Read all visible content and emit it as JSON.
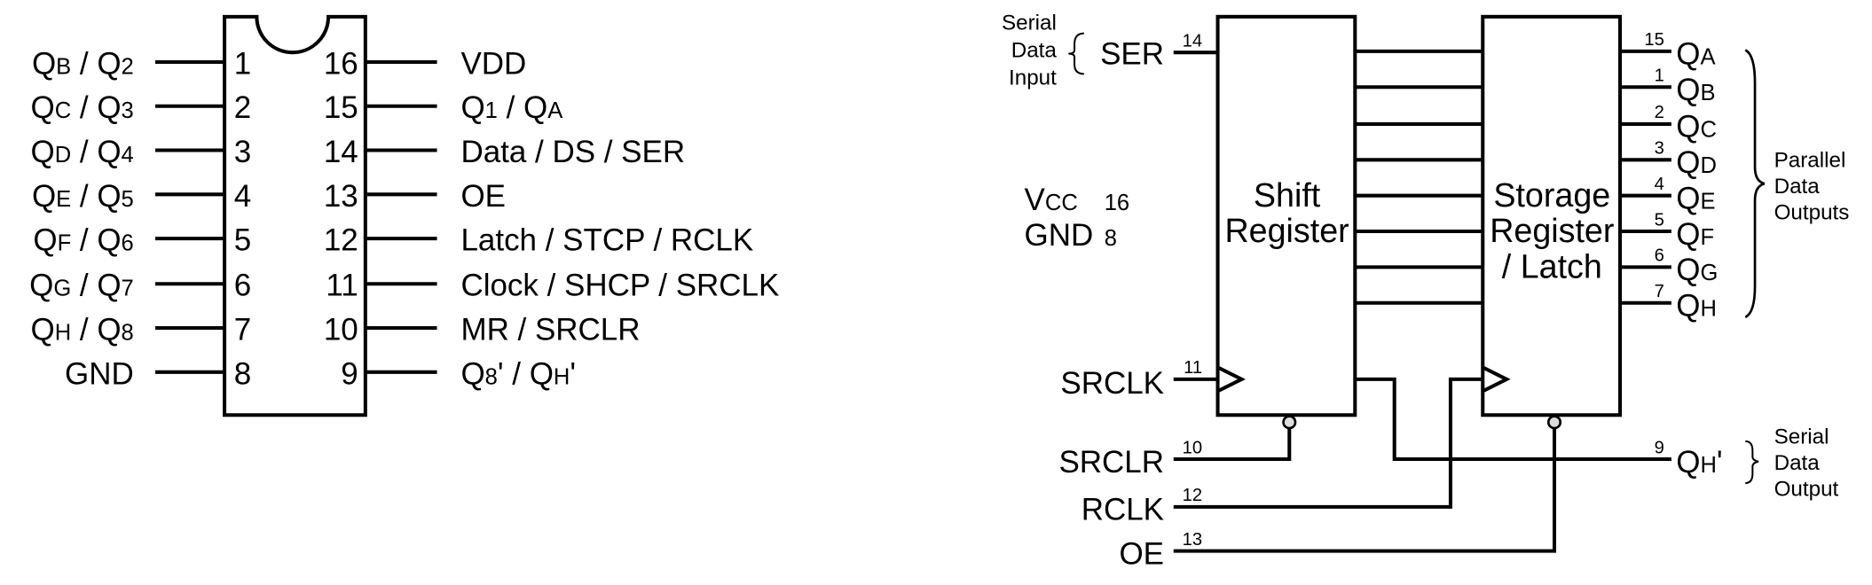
{
  "pinout": {
    "left_pins": [
      {
        "num": "1",
        "label": [
          [
            "Q",
            0
          ],
          [
            "B",
            1
          ],
          [
            " / Q",
            0
          ],
          [
            "2",
            1
          ]
        ]
      },
      {
        "num": "2",
        "label": [
          [
            "Q",
            0
          ],
          [
            "C",
            1
          ],
          [
            " / Q",
            0
          ],
          [
            "3",
            1
          ]
        ]
      },
      {
        "num": "3",
        "label": [
          [
            "Q",
            0
          ],
          [
            "D",
            1
          ],
          [
            " / Q",
            0
          ],
          [
            "4",
            1
          ]
        ]
      },
      {
        "num": "4",
        "label": [
          [
            "Q",
            0
          ],
          [
            "E",
            1
          ],
          [
            " / Q",
            0
          ],
          [
            "5",
            1
          ]
        ]
      },
      {
        "num": "5",
        "label": [
          [
            "Q",
            0
          ],
          [
            "F",
            1
          ],
          [
            " / Q",
            0
          ],
          [
            "6",
            1
          ]
        ]
      },
      {
        "num": "6",
        "label": [
          [
            "Q",
            0
          ],
          [
            "G",
            1
          ],
          [
            " / Q",
            0
          ],
          [
            "7",
            1
          ]
        ]
      },
      {
        "num": "7",
        "label": [
          [
            "Q",
            0
          ],
          [
            "H",
            1
          ],
          [
            " / Q",
            0
          ],
          [
            "8",
            1
          ]
        ]
      },
      {
        "num": "8",
        "label": [
          [
            "GND",
            0
          ]
        ]
      }
    ],
    "right_pins": [
      {
        "num": "16",
        "label": [
          [
            "VDD",
            0
          ]
        ]
      },
      {
        "num": "15",
        "label": [
          [
            "Q",
            0
          ],
          [
            "1",
            1
          ],
          [
            " / Q",
            0
          ],
          [
            "A",
            1
          ]
        ]
      },
      {
        "num": "14",
        "label": [
          [
            "Data / DS / SER",
            0
          ]
        ]
      },
      {
        "num": "13",
        "label": [
          [
            "OE",
            0
          ]
        ]
      },
      {
        "num": "12",
        "label": [
          [
            "Latch / STCP / RCLK",
            0
          ]
        ]
      },
      {
        "num": "11",
        "label": [
          [
            "Clock / SHCP / SRCLK",
            0
          ]
        ]
      },
      {
        "num": "10",
        "label": [
          [
            "MR / SRCLR",
            0
          ]
        ]
      },
      {
        "num": "9",
        "label": [
          [
            "Q",
            0
          ],
          [
            "8",
            1
          ],
          [
            "' / Q",
            0
          ],
          [
            "H",
            1
          ],
          [
            "'",
            0
          ]
        ]
      }
    ]
  },
  "block_diagram": {
    "serial_input_note": [
      "Serial",
      "Data",
      "Input"
    ],
    "ser": {
      "label": "SER",
      "pin": "14"
    },
    "vcc": {
      "label": "V",
      "sub": "CC",
      "pin": "16"
    },
    "gnd": {
      "label": "GND",
      "pin": "8"
    },
    "shift_register": [
      "Shift",
      "Register"
    ],
    "storage_register": [
      "Storage",
      "Register",
      "/ Latch"
    ],
    "outputs": [
      {
        "pin": "15",
        "sub": "A"
      },
      {
        "pin": "1",
        "sub": "B"
      },
      {
        "pin": "2",
        "sub": "C"
      },
      {
        "pin": "3",
        "sub": "D"
      },
      {
        "pin": "4",
        "sub": "E"
      },
      {
        "pin": "5",
        "sub": "F"
      },
      {
        "pin": "6",
        "sub": "G"
      },
      {
        "pin": "7",
        "sub": "H"
      }
    ],
    "output_letter": "Q",
    "parallel_note": [
      "Parallel",
      "Data",
      "Outputs"
    ],
    "srclk": {
      "label": "SRCLK",
      "pin": "11"
    },
    "srclr": {
      "label": "SRCLR",
      "pin": "10"
    },
    "rclk": {
      "label": "RCLK",
      "pin": "12"
    },
    "oe": {
      "label": "OE",
      "pin": "13"
    },
    "qh_serial": {
      "label": "Q",
      "sub": "H",
      "suffix": "'",
      "pin": "9"
    },
    "serial_output_note": [
      "Serial",
      "Data",
      "Output"
    ]
  },
  "colors": {
    "line": "#000000",
    "bubble_fill": "#dddddd"
  }
}
